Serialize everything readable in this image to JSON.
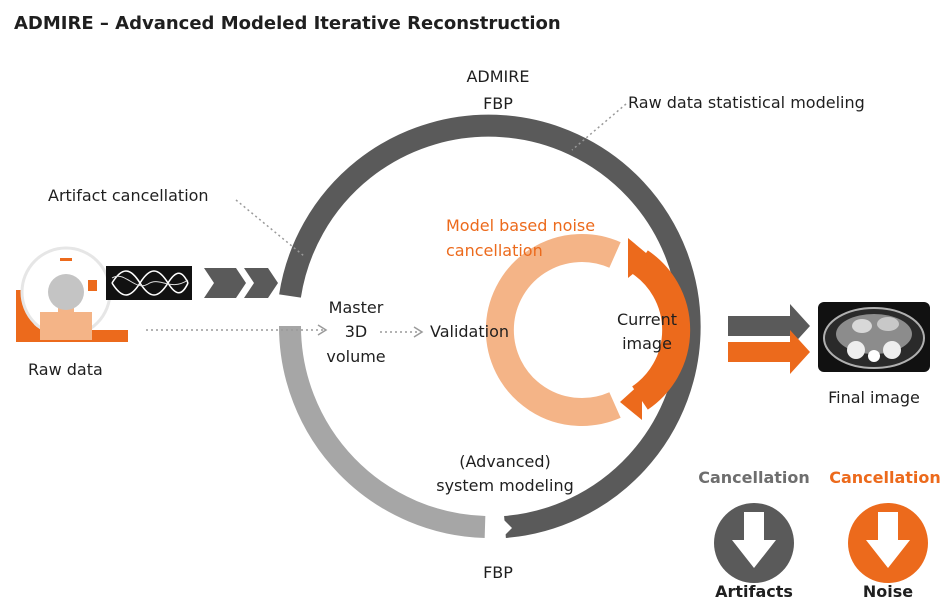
{
  "title": "ADMIRE – Advanced Modeled Iterative Reconstruction",
  "labels": {
    "admire": "ADMIRE",
    "fbp_top": "FBP",
    "raw_stat": "Raw data statistical modeling",
    "artifact": "Artifact cancellation",
    "model_noise_1": "Model based noise",
    "model_noise_2": "cancellation",
    "master_1": "Master",
    "master_2": "3D",
    "master_3": "volume",
    "validation": "Validation",
    "current_1": "Current",
    "current_2": "image",
    "raw_data": "Raw data",
    "final_image": "Final image",
    "advanced_1": "(Advanced)",
    "advanced_2": "system modeling",
    "fbp_bottom": "FBP"
  },
  "legend": {
    "artifacts_heading": "Cancellation",
    "artifacts_label": "Artifacts",
    "noise_heading": "Cancellation",
    "noise_label": "Noise"
  },
  "colors": {
    "dark_gray": "#5a5a5a",
    "light_gray": "#a6a6a6",
    "orange": "#ec6a1c",
    "light_orange": "#f4b487"
  },
  "icons": [
    "ct-scanner-icon",
    "sinogram-icon",
    "ct-slice-icon",
    "down-arrow-icon"
  ]
}
